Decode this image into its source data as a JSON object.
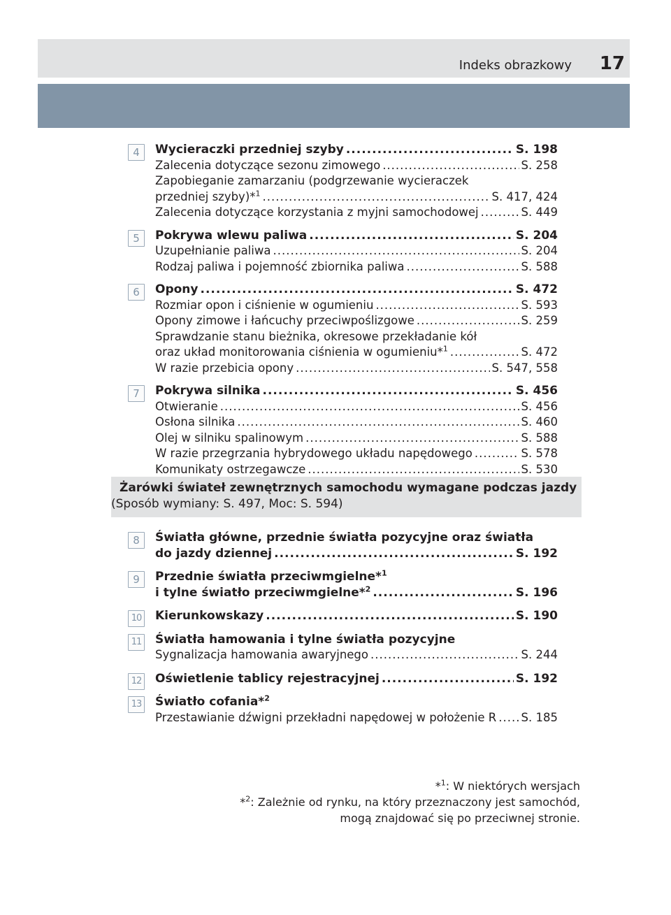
{
  "header": {
    "section_title": "Indeks obrazkowy",
    "page_number": "17"
  },
  "entries": [
    {
      "num": "4",
      "title": "Wycieraczki przedniej szyby",
      "ref": "S. 198",
      "subs": [
        {
          "text": "Zalecenia dotyczące sezonu zimowego",
          "ref": "S. 258"
        },
        {
          "text_line1": "Zapobieganie zamarzaniu (podgrzewanie wycieraczek",
          "text": "przedniej szyby)*",
          "sup": "1",
          "ref": "S. 417, 424"
        },
        {
          "text": "Zalecenia dotyczące korzystania z myjni samochodowej",
          "ref": "S. 449"
        }
      ]
    },
    {
      "num": "5",
      "title": "Pokrywa wlewu paliwa",
      "ref": "S. 204",
      "subs": [
        {
          "text": "Uzupełnianie paliwa",
          "ref": "S. 204"
        },
        {
          "text": "Rodzaj paliwa i pojemność zbiornika paliwa",
          "ref": "S. 588"
        }
      ]
    },
    {
      "num": "6",
      "title": "Opony",
      "ref": "S. 472",
      "subs": [
        {
          "text": "Rozmiar opon i ciśnienie w ogumieniu",
          "ref": "S. 593"
        },
        {
          "text": "Opony zimowe i łańcuchy przeciwpoślizgowe",
          "ref": "S. 259"
        },
        {
          "text_line1": "Sprawdzanie stanu bieżnika, okresowe przekładanie kół",
          "text": "oraz układ monitorowania ciśnienia w ogumieniu*",
          "sup": "1",
          "ref": "S. 472"
        },
        {
          "text": "W razie przebicia opony",
          "ref": "S. 547, 558"
        }
      ]
    },
    {
      "num": "7",
      "title": "Pokrywa silnika",
      "ref": "S. 456",
      "subs": [
        {
          "text": "Otwieranie",
          "ref": "S. 456"
        },
        {
          "text": "Osłona silnika",
          "ref": "S. 460"
        },
        {
          "text": "Olej w silniku spalinowym",
          "ref": "S. 588"
        },
        {
          "text": "W razie przegrzania hybrydowego układu napędowego",
          "ref": "S. 578"
        },
        {
          "text": "Komunikaty ostrzegawcze",
          "ref": "S. 530"
        }
      ]
    }
  ],
  "bulbs_box": {
    "title": "Żarówki świateł zewnętrznych samochodu wymagane podczas jazdy",
    "subtitle": "(Sposób wymiany: S. 497, Moc: S. 594)"
  },
  "entries2": [
    {
      "num": "8",
      "line1": "Światła główne, przednie światła pozycyjne oraz światła",
      "title": "do jazdy dziennej",
      "ref": "S. 192"
    },
    {
      "num": "9",
      "line1": "Przednie światła przeciwmgielne*",
      "line1_sup": "1",
      "title": "i tylne światło przeciwmgielne*",
      "title_sup": "2",
      "ref": "S. 196"
    },
    {
      "num": "10",
      "title": "Kierunkowskazy",
      "ref": "S. 190"
    },
    {
      "num": "11",
      "line1": "Światła hamowania i tylne światła pozycyjne",
      "sub_text": "Sygnalizacja hamowania awaryjnego",
      "sub_ref": "S. 244"
    },
    {
      "num": "12",
      "title": "Oświetlenie tablicy rejestracyjnej",
      "ref": "S. 192"
    },
    {
      "num": "13",
      "line1": "Światło cofania*",
      "line1_sup": "2",
      "sub_text": "Przestawianie dźwigni przekładni napędowej w położenie R",
      "sub_ref": "S. 185"
    }
  ],
  "footnotes": {
    "n1_mark": "*",
    "n1_sup": "1",
    "n1_text": ": W niektórych wersjach",
    "n2_mark": "*",
    "n2_sup": "2",
    "n2_text": ": Zależnie od rynku, na który przeznaczony jest samochód,",
    "n2_text2": "mogą znajdować się po przeciwnej stronie."
  }
}
